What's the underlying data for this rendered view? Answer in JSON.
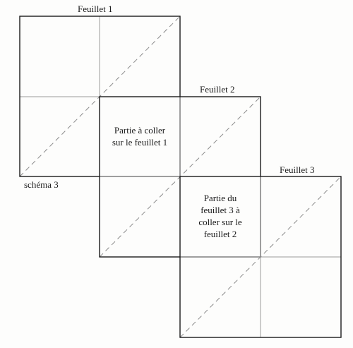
{
  "diagram": {
    "sheets": [
      {
        "label": "Feuillet 1"
      },
      {
        "label": "Feuillet 2"
      },
      {
        "label": "Feuillet 3"
      }
    ],
    "schema_label": "schéma 3",
    "overlap_1": {
      "lines": [
        "Partie à coller",
        "sur le feuillet 1"
      ]
    },
    "overlap_2": {
      "lines": [
        "Partie du",
        "feuillet 3 à",
        "coller sur le",
        "feuillet 2"
      ]
    },
    "colors": {
      "outline": "#1a1a1a",
      "grid": "#9a9a9a",
      "diagonal": "#8a8a8a"
    }
  }
}
